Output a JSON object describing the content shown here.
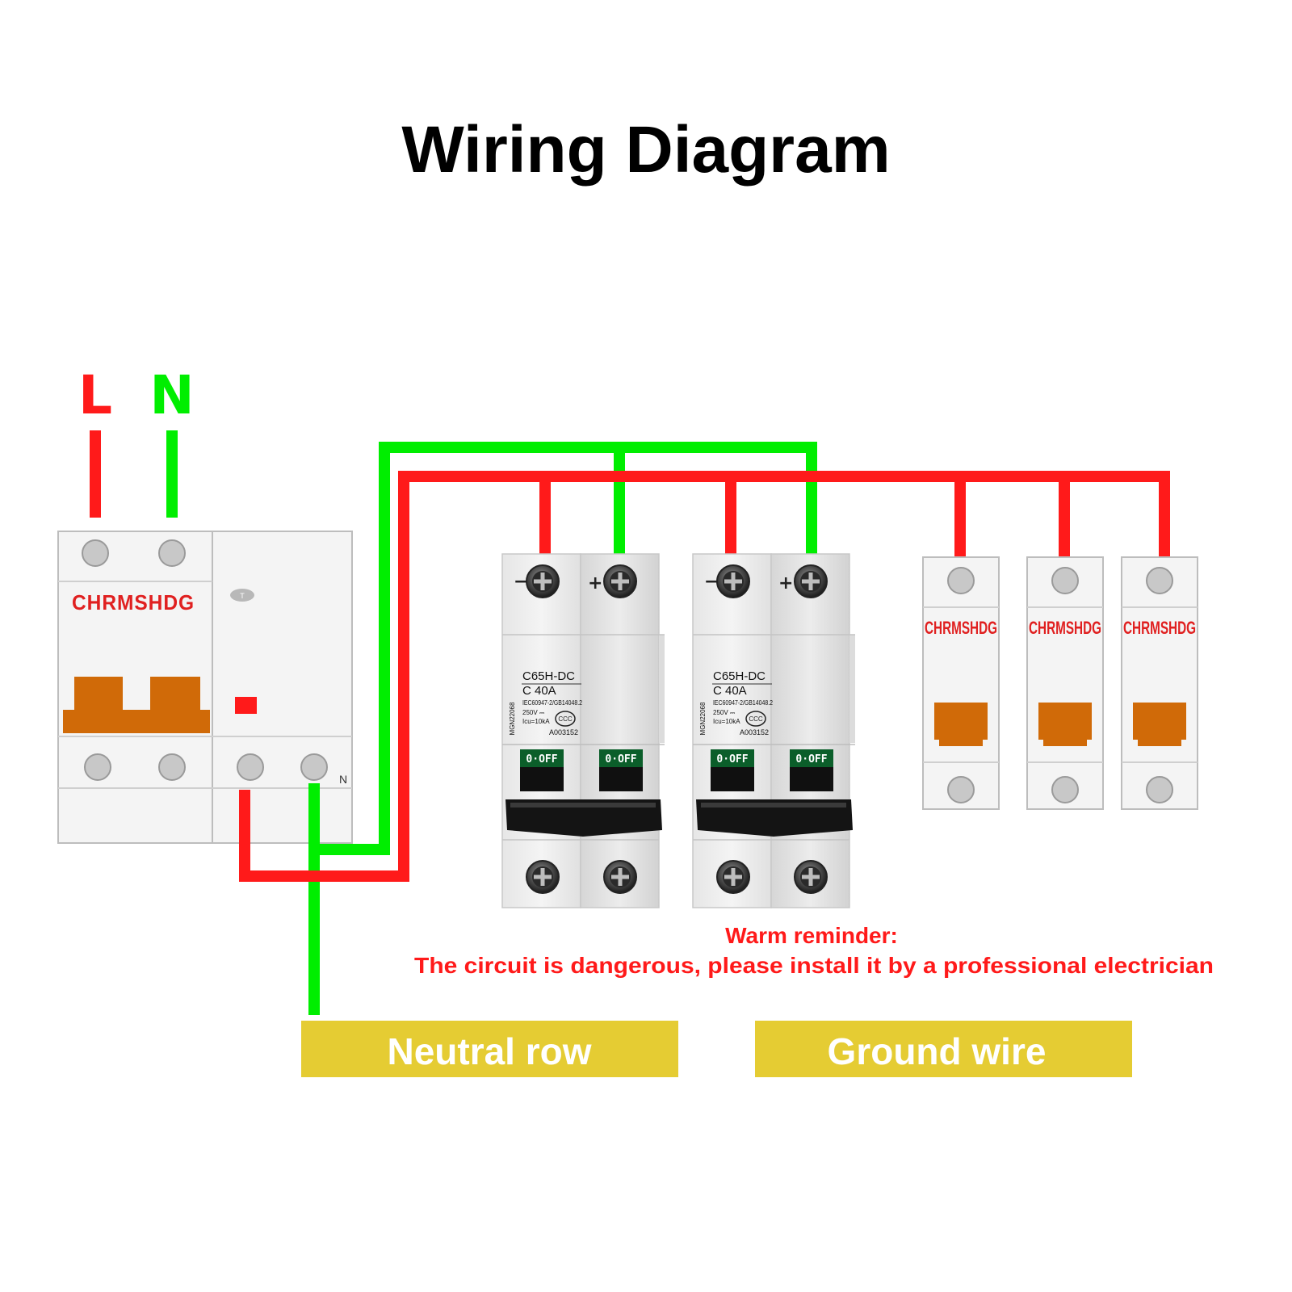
{
  "title": "Wiring Diagram",
  "inputs": {
    "line_label": "L",
    "neutral_label": "N"
  },
  "rcbo": {
    "brand": "CHRMSHDG",
    "test_button": "T",
    "n_terminal": "N"
  },
  "dc_breakers": [
    {
      "minus": "−",
      "plus": "+",
      "model": "C65H-DC",
      "rating": "C  40A",
      "standard": "IEC60947-2/GB14048.2",
      "voltage": "250V ⎓",
      "icu": "Icu=10kA",
      "serial": "A003152",
      "side_code": "MGN22068",
      "cert": "CCC",
      "switch_left": "0·OFF",
      "switch_right": "0·OFF"
    },
    {
      "minus": "−",
      "plus": "+",
      "model": "C65H-DC",
      "rating": "C  40A",
      "standard": "IEC60947-2/GB14048.2",
      "voltage": "250V ⎓",
      "icu": "Icu=10kA",
      "serial": "A003152",
      "side_code": "MGN22068",
      "cert": "CCC",
      "switch_left": "0·OFF",
      "switch_right": "0·OFF"
    }
  ],
  "mini_breakers": [
    {
      "brand": "CHRMSHDG"
    },
    {
      "brand": "CHRMSHDG"
    },
    {
      "brand": "CHRMSHDG"
    }
  ],
  "reminder": {
    "heading": "Warm reminder:",
    "text": "The circuit is dangerous, please install it by a professional electrician"
  },
  "labels": {
    "neutral_row": "Neutral row",
    "ground_wire": "Ground wire"
  },
  "colors": {
    "line_wire": "#ff1a1a",
    "neutral_wire": "#00ee00",
    "label_bar": "#e5cc33",
    "handle": "#d06a08",
    "brand_text": "#e02020",
    "reminder_text": "#ff1a1a",
    "switch_green": "#0b5e2a"
  }
}
